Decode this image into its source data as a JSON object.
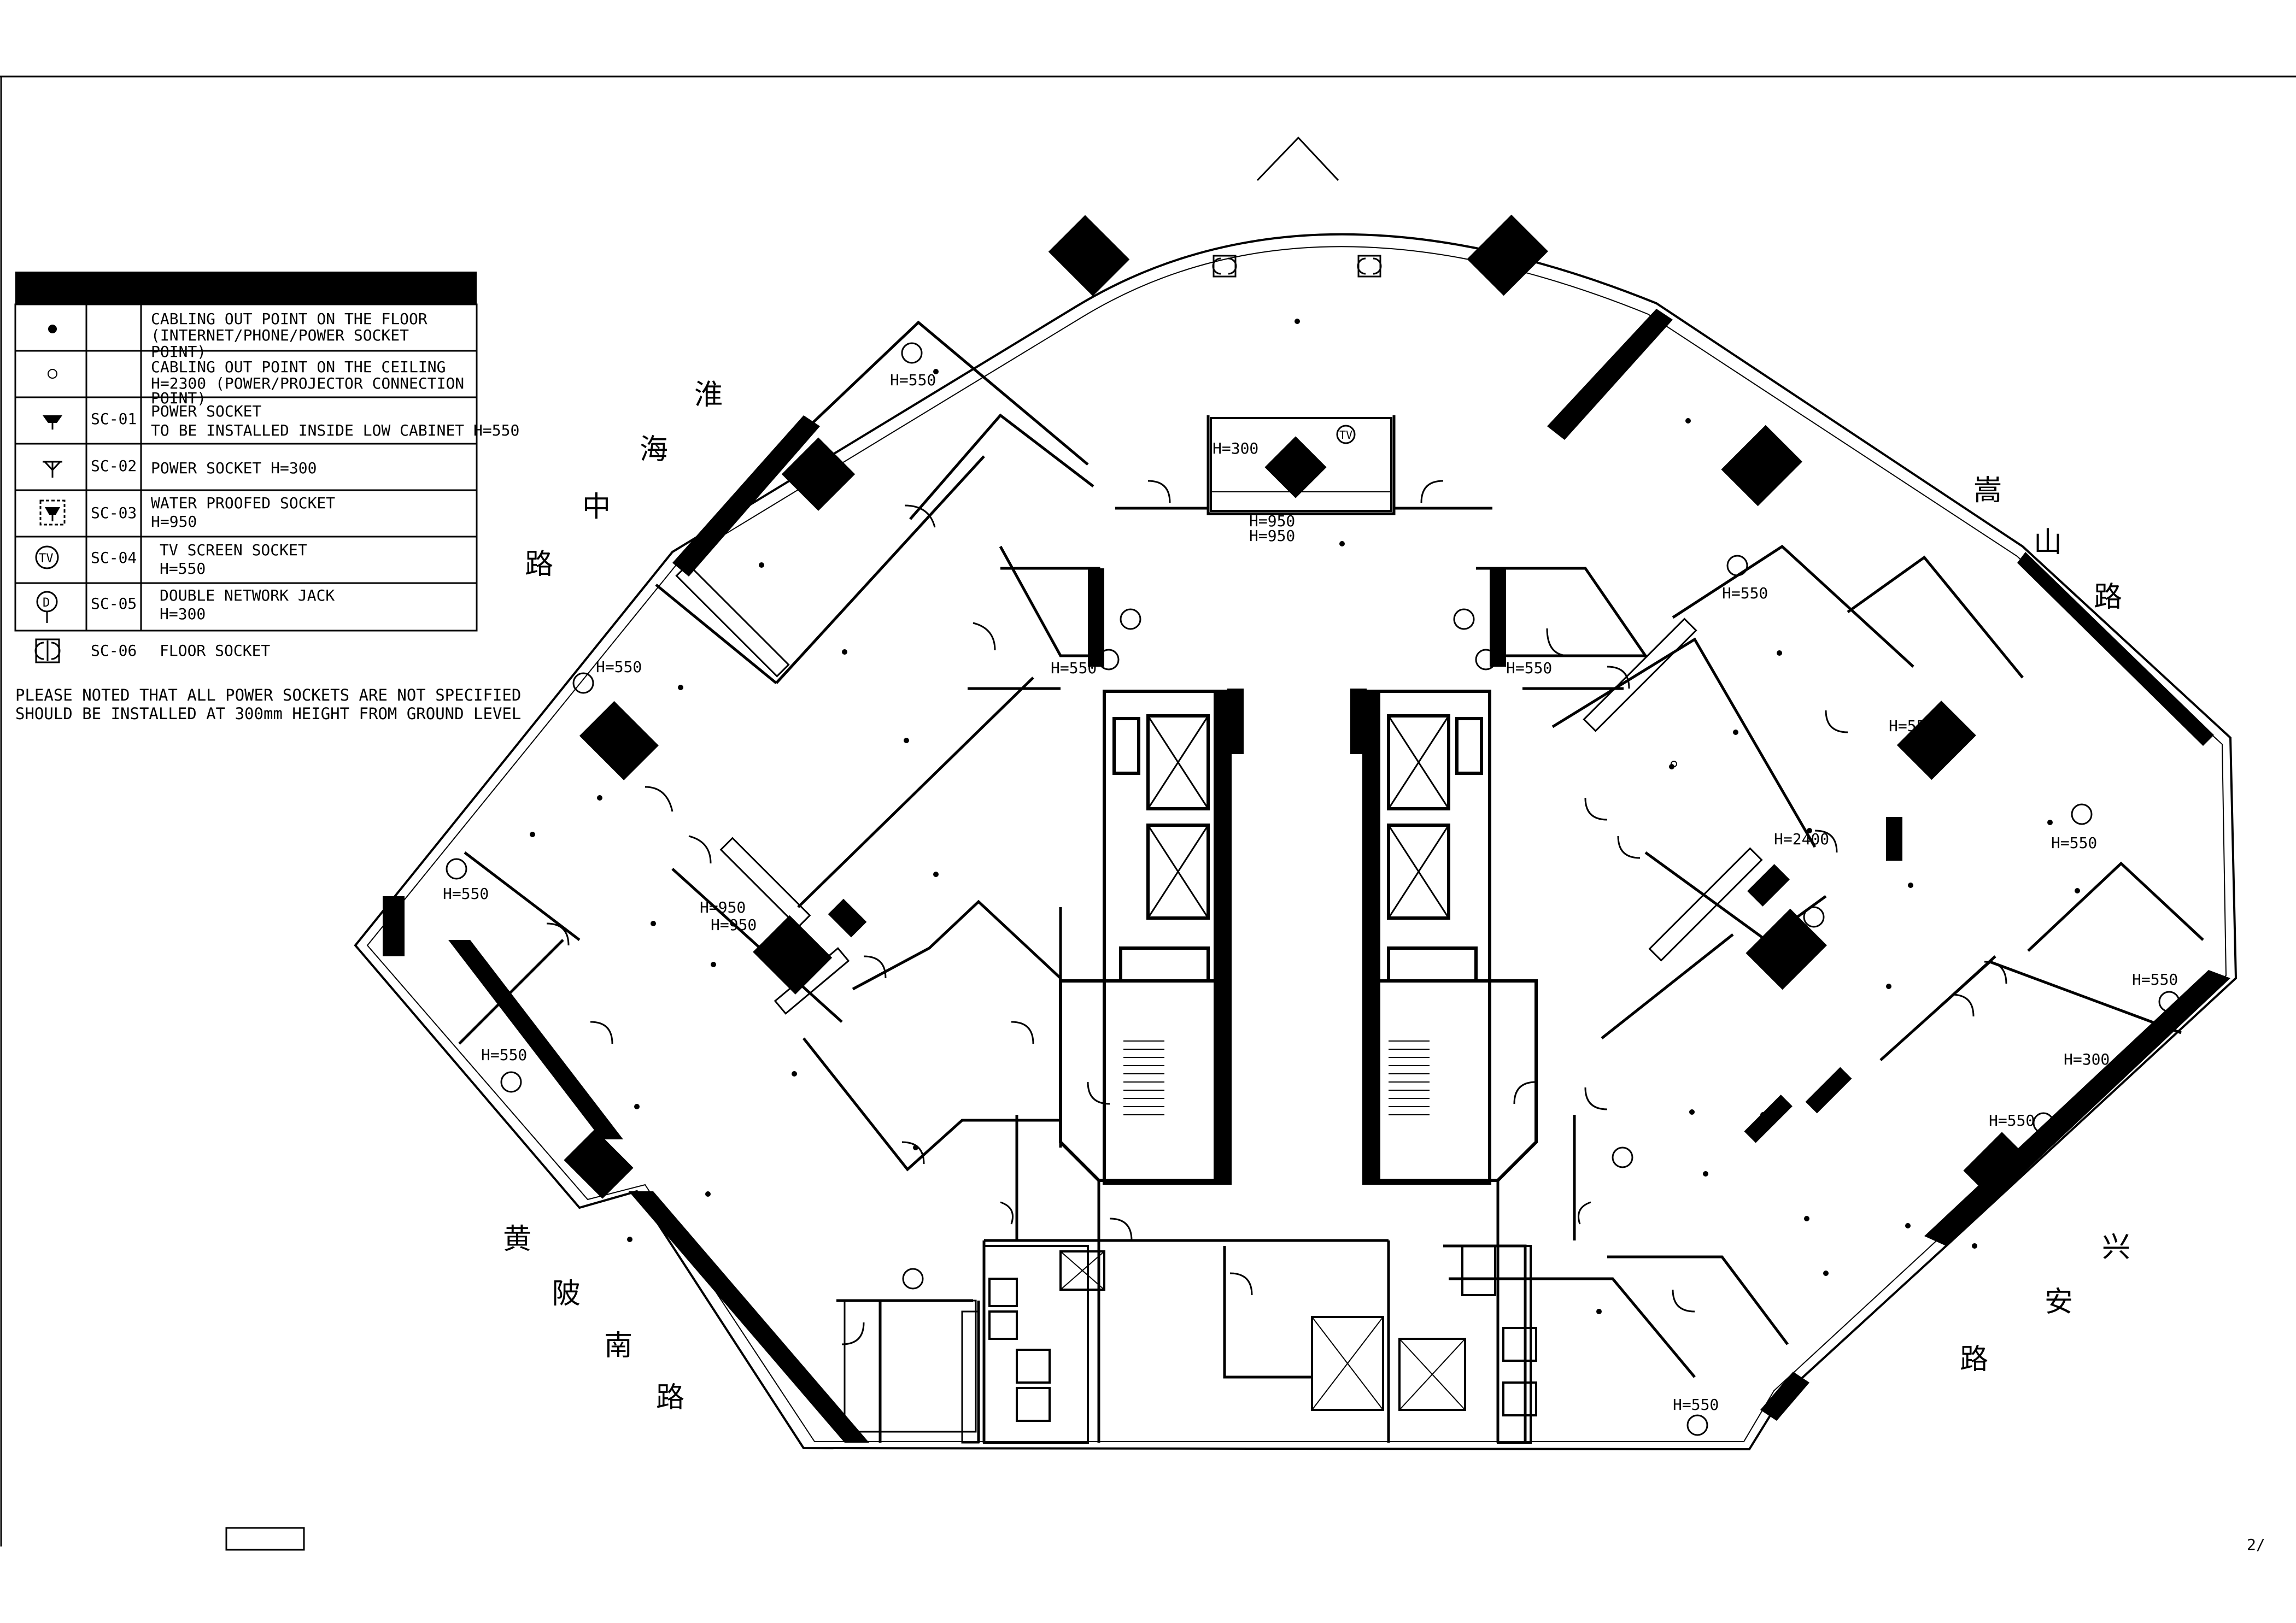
{
  "legend": {
    "rows": [
      {
        "code": "",
        "symbol": "dot-filled-icon",
        "lines": [
          "CABLING OUT POINT ON THE FLOOR",
          "(INTERNET/PHONE/POWER SOCKET",
          "POINT)"
        ]
      },
      {
        "code": "",
        "symbol": "dot-open-icon",
        "lines": [
          "CABLING OUT POINT ON THE CEILING",
          "H=2300 (POWER/PROJECTOR CONNECTION",
          "POINT)"
        ]
      },
      {
        "code": "SC-01",
        "symbol": "power-socket-cabinet-icon",
        "lines": [
          "POWER SOCKET",
          "TO BE INSTALLED INSIDE LOW CABINET H=550"
        ]
      },
      {
        "code": "SC-02",
        "symbol": "power-socket-icon",
        "lines": [
          "POWER SOCKET H=300"
        ]
      },
      {
        "code": "SC-03",
        "symbol": "water-proofed-socket-icon",
        "lines": [
          "WATER PROOFED SOCKET",
          "H=950"
        ]
      },
      {
        "code": "SC-04",
        "symbol": "tv-socket-icon",
        "lines": [
          "TV SCREEN SOCKET",
          "H=550"
        ]
      },
      {
        "code": "SC-05",
        "symbol": "network-jack-icon",
        "lines": [
          "DOUBLE NETWORK JACK",
          "H=300"
        ]
      },
      {
        "code": "SC-06",
        "symbol": "floor-socket-icon",
        "lines": [
          "FLOOR SOCKET"
        ]
      }
    ],
    "note": [
      "PLEASE NOTED THAT ALL POWER SOCKETS ARE NOT SPECIFIED",
      "SHOULD BE INSTALLED AT 300mm HEIGHT FROM GROUND LEVEL"
    ]
  },
  "roads": {
    "huaihai": [
      "淮",
      "海",
      "中",
      "路"
    ],
    "songshan": [
      "嵩",
      "山",
      "路"
    ],
    "huangpi": [
      "黄",
      "陂",
      "南",
      "路"
    ],
    "xingan": [
      "兴",
      "安",
      "路"
    ]
  },
  "heights": {
    "h550": "H=550",
    "h300": "H=300",
    "h950": "H=950",
    "h2400": "H=2400",
    "h300b": "H=300"
  },
  "tv_label": "TV",
  "d_label": "D",
  "corner_mark": "2/"
}
